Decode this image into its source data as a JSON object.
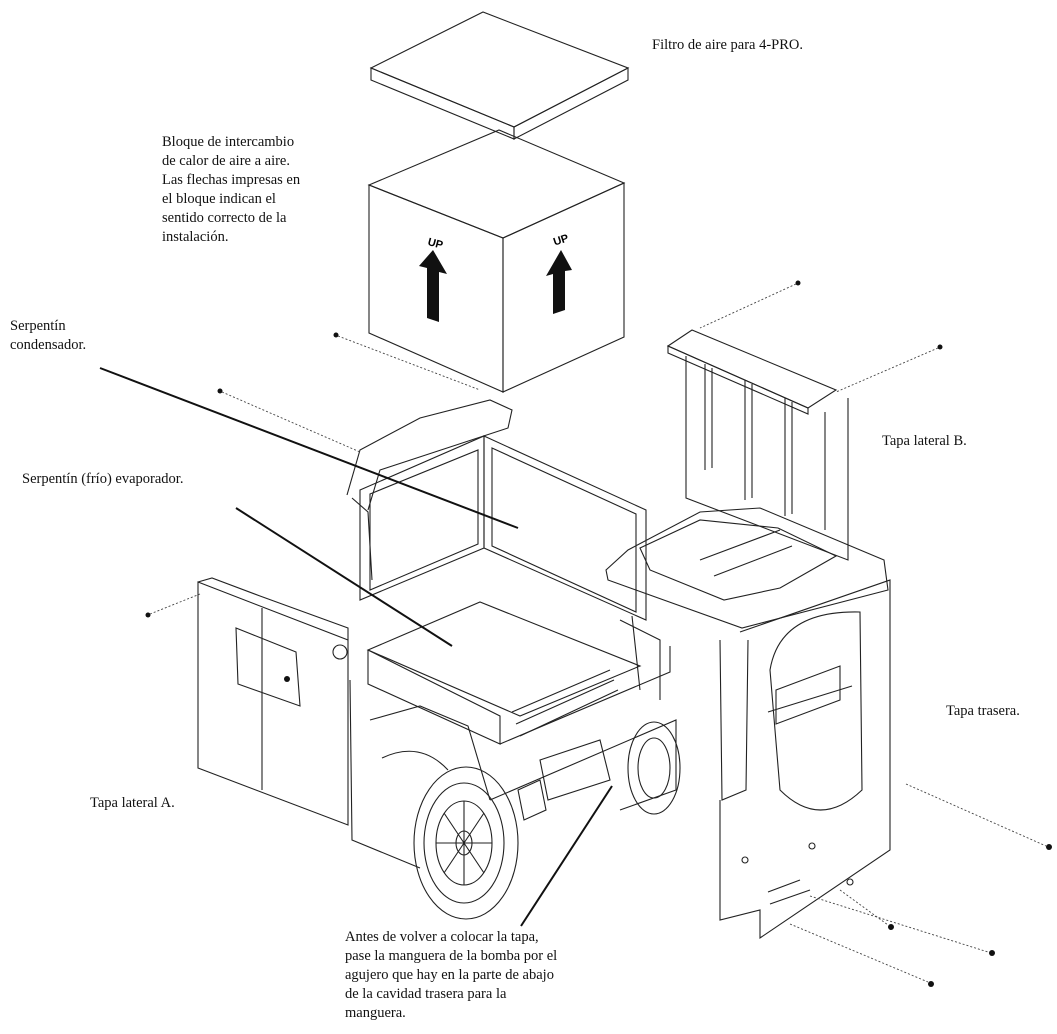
{
  "labels": {
    "air_filter": "Filtro de aire para 4-PRO.",
    "heat_exchange_block": "Bloque de intercambio\nde calor de aire a aire.\nLas flechas impresas en\nel bloque indican el\nsentido correcto de la\ninstalación.",
    "condenser_coil": "Serpentín\ncondensador.",
    "evaporator_coil": "Serpentín (frío) evaporador.",
    "side_cover_b": "Tapa lateral B.",
    "rear_cover": "Tapa trasera.",
    "side_cover_a": "Tapa lateral A.",
    "hose_note": "Antes de volver a colocar la tapa,\npase la manguera de la bomba por el\nagujero que hay en la parte de abajo\nde la cavidad trasera para la\nmanguera."
  },
  "block_markings": {
    "left_face": "UP",
    "right_face": "UP"
  },
  "colors": {
    "line": "#111111",
    "arrow": "#111111",
    "background": "#ffffff"
  }
}
